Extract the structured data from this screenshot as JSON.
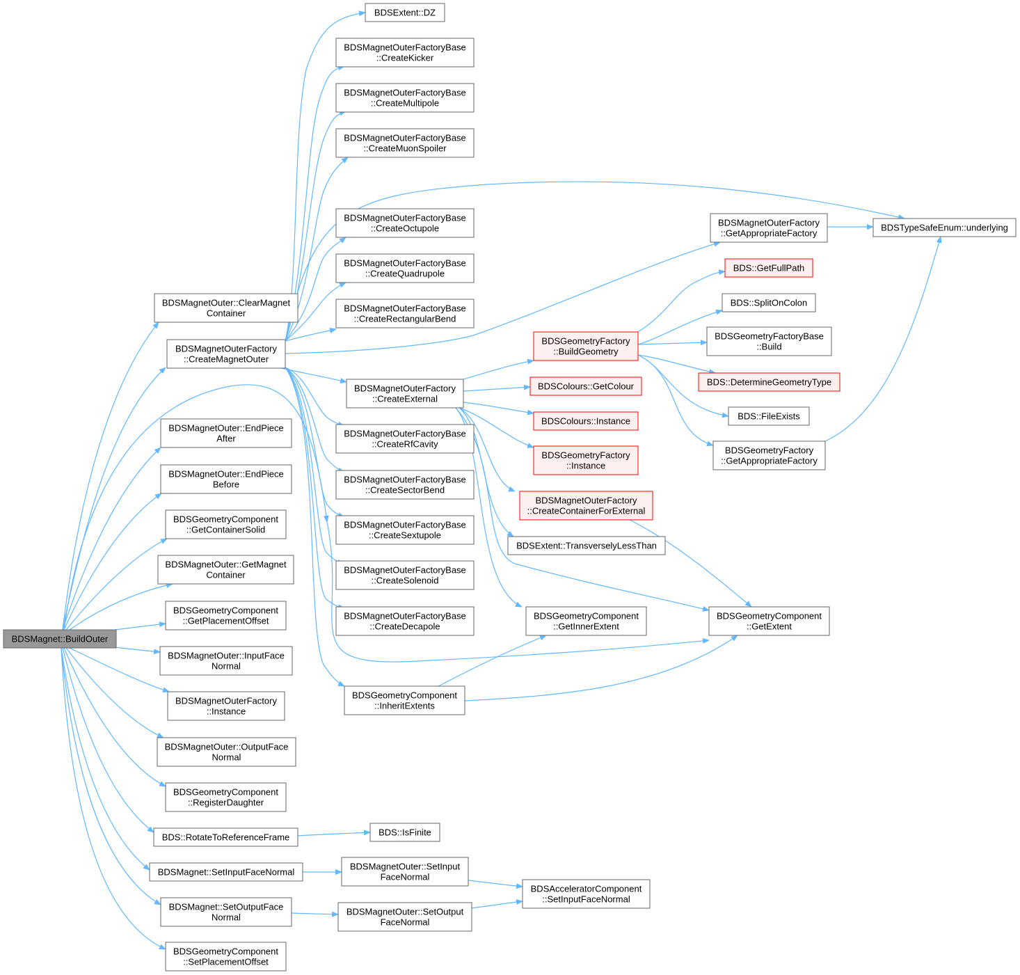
{
  "colors": {
    "edge": "#63b8ff",
    "node_border": "#666666",
    "node_fill": "#ffffff",
    "root_fill": "#999999",
    "truncated_fill": "#fff0f0",
    "truncated_border": "#ff0000"
  },
  "nodes": [
    {
      "id": "root",
      "kind": "root",
      "lines": [
        "BDSMagnet::BuildOuter"
      ]
    },
    {
      "id": "clear",
      "lines": [
        "BDSMagnetOuter::ClearMagnet",
        "Container"
      ]
    },
    {
      "id": "cmo",
      "lines": [
        "BDSMagnetOuterFactory",
        "::CreateMagnetOuter"
      ]
    },
    {
      "id": "epa",
      "lines": [
        "BDSMagnetOuter::EndPiece",
        "After"
      ]
    },
    {
      "id": "epb",
      "lines": [
        "BDSMagnetOuter::EndPiece",
        "Before"
      ]
    },
    {
      "id": "gcs",
      "lines": [
        "BDSGeometryComponent",
        "::GetContainerSolid"
      ]
    },
    {
      "id": "gmc",
      "lines": [
        "BDSMagnetOuter::GetMagnet",
        "Container"
      ]
    },
    {
      "id": "gpo",
      "lines": [
        "BDSGeometryComponent",
        "::GetPlacementOffset"
      ]
    },
    {
      "id": "ifn",
      "lines": [
        "BDSMagnetOuter::InputFace",
        "Normal"
      ]
    },
    {
      "id": "mofi",
      "lines": [
        "BDSMagnetOuterFactory",
        "::Instance"
      ]
    },
    {
      "id": "ofn",
      "lines": [
        "BDSMagnetOuter::OutputFace",
        "Normal"
      ]
    },
    {
      "id": "rd",
      "lines": [
        "BDSGeometryComponent",
        "::RegisterDaughter"
      ]
    },
    {
      "id": "rot",
      "lines": [
        "BDS::RotateToReferenceFrame"
      ]
    },
    {
      "id": "sifn",
      "lines": [
        "BDSMagnet::SetInputFaceNormal"
      ]
    },
    {
      "id": "sofn",
      "lines": [
        "BDSMagnet::SetOutputFace",
        "Normal"
      ]
    },
    {
      "id": "spo",
      "lines": [
        "BDSGeometryComponent",
        "::SetPlacementOffset"
      ]
    },
    {
      "id": "dz",
      "lines": [
        "BDSExtent::DZ"
      ]
    },
    {
      "id": "ck",
      "lines": [
        "BDSMagnetOuterFactoryBase",
        "::CreateKicker"
      ]
    },
    {
      "id": "cmp",
      "lines": [
        "BDSMagnetOuterFactoryBase",
        "::CreateMultipole"
      ]
    },
    {
      "id": "cms",
      "lines": [
        "BDSMagnetOuterFactoryBase",
        "::CreateMuonSpoiler"
      ]
    },
    {
      "id": "coct",
      "lines": [
        "BDSMagnetOuterFactoryBase",
        "::CreateOctupole"
      ]
    },
    {
      "id": "cquad",
      "lines": [
        "BDSMagnetOuterFactoryBase",
        "::CreateQuadrupole"
      ]
    },
    {
      "id": "crb",
      "lines": [
        "BDSMagnetOuterFactoryBase",
        "::CreateRectangularBend"
      ]
    },
    {
      "id": "cext",
      "lines": [
        "BDSMagnetOuterFactory",
        "::CreateExternal"
      ]
    },
    {
      "id": "crf",
      "lines": [
        "BDSMagnetOuterFactoryBase",
        "::CreateRfCavity"
      ]
    },
    {
      "id": "csb",
      "lines": [
        "BDSMagnetOuterFactoryBase",
        "::CreateSectorBend"
      ]
    },
    {
      "id": "csext",
      "lines": [
        "BDSMagnetOuterFactoryBase",
        "::CreateSextupole"
      ]
    },
    {
      "id": "csol",
      "lines": [
        "BDSMagnetOuterFactoryBase",
        "::CreateSolenoid"
      ]
    },
    {
      "id": "cdec",
      "lines": [
        "BDSMagnetOuterFactoryBase",
        "::CreateDecapole"
      ]
    },
    {
      "id": "ie",
      "lines": [
        "BDSGeometryComponent",
        "::InheritExtents"
      ]
    },
    {
      "id": "isf",
      "lines": [
        "BDS::IsFinite"
      ]
    },
    {
      "id": "mosi",
      "lines": [
        "BDSMagnetOuter::SetInput",
        "FaceNormal"
      ]
    },
    {
      "id": "moso",
      "lines": [
        "BDSMagnetOuter::SetOutput",
        "FaceNormal"
      ]
    },
    {
      "id": "mogaf",
      "lines": [
        "BDSMagnetOuterFactory",
        "::GetAppropriateFactory"
      ]
    },
    {
      "id": "bg",
      "kind": "truncated",
      "lines": [
        "BDSGeometryFactory",
        "::BuildGeometry"
      ]
    },
    {
      "id": "gcol",
      "kind": "truncated",
      "lines": [
        "BDSColours::GetColour"
      ]
    },
    {
      "id": "colinst",
      "kind": "truncated",
      "lines": [
        "BDSColours::Instance"
      ]
    },
    {
      "id": "gfinst",
      "kind": "truncated",
      "lines": [
        "BDSGeometryFactory",
        "::Instance"
      ]
    },
    {
      "id": "ccfe",
      "kind": "truncated",
      "lines": [
        "BDSMagnetOuterFactory",
        "::CreateContainerForExternal"
      ]
    },
    {
      "id": "tlt",
      "lines": [
        "BDSExtent::TransverselyLessThan"
      ]
    },
    {
      "id": "gie",
      "lines": [
        "BDSGeometryComponent",
        "::GetInnerExtent"
      ]
    },
    {
      "id": "acsifn",
      "lines": [
        "BDSAcceleratorComponent",
        "::SetInputFaceNormal"
      ]
    },
    {
      "id": "tse",
      "lines": [
        "BDSTypeSafeEnum::underlying"
      ]
    },
    {
      "id": "gfp",
      "kind": "truncated",
      "lines": [
        "BDS::GetFullPath"
      ]
    },
    {
      "id": "soc",
      "lines": [
        "BDS::SplitOnColon"
      ]
    },
    {
      "id": "gfbb",
      "lines": [
        "BDSGeometryFactoryBase",
        "::Build"
      ]
    },
    {
      "id": "dgt",
      "kind": "truncated",
      "lines": [
        "BDS::DetermineGeometryType"
      ]
    },
    {
      "id": "fe",
      "lines": [
        "BDS::FileExists"
      ]
    },
    {
      "id": "gfgaf",
      "lines": [
        "BDSGeometryFactory",
        "::GetAppropriateFactory"
      ]
    },
    {
      "id": "ge",
      "lines": [
        "BDSGeometryComponent",
        "::GetExtent"
      ]
    }
  ]
}
